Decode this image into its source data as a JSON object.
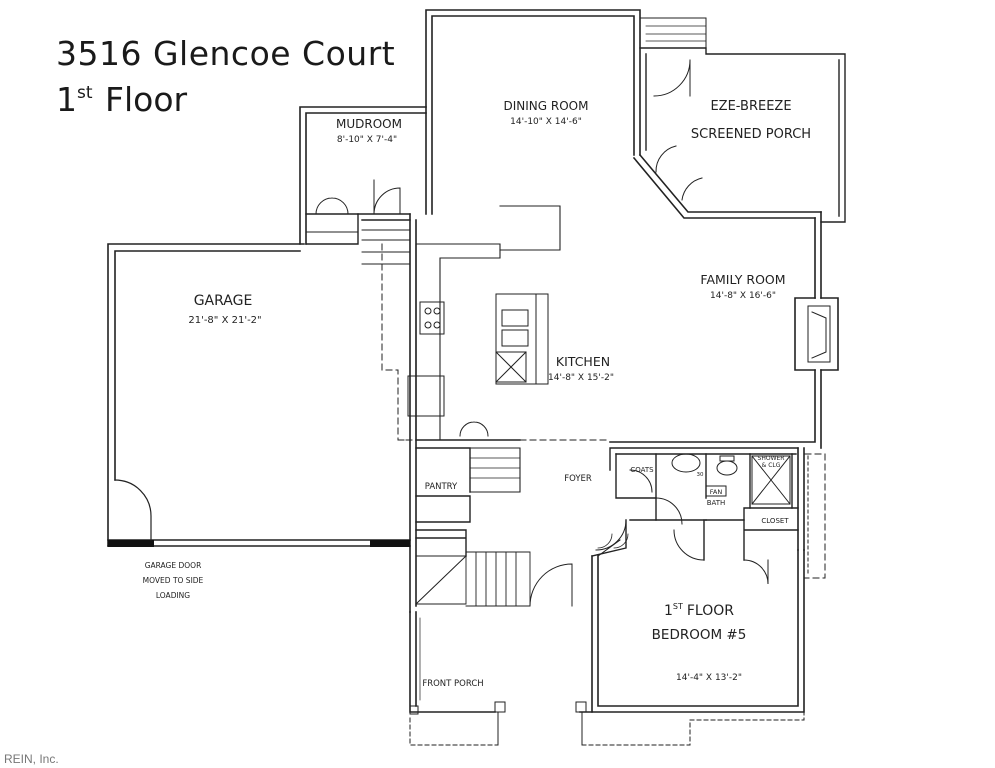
{
  "title": {
    "line1": "3516 Glencoe Court",
    "line2_num": "1",
    "line2_sup": "st",
    "line2_rest": "Floor"
  },
  "rooms": {
    "mudroom": {
      "name": "MUDROOM",
      "dims": "8'-10\" X 7'-4\""
    },
    "dining": {
      "name": "DINING ROOM",
      "dims": "14'-10\" X 14'-6\""
    },
    "porch_screen": {
      "line1": "EZE-BREEZE",
      "line2": "SCREENED PORCH"
    },
    "family": {
      "name": "FAMILY ROOM",
      "dims": "14'-8\" X 16'-6\""
    },
    "garage": {
      "name": "GARAGE",
      "dims": "21'-8\" X 21'-2\""
    },
    "kitchen": {
      "name": "KITCHEN",
      "dims": "14'-8\" X 15'-2\""
    },
    "pantry": {
      "name": "PANTRY"
    },
    "foyer": {
      "name": "FOYER"
    },
    "coats": {
      "name": "COATS"
    },
    "bath": {
      "name": "BATH",
      "fan": "FAN"
    },
    "shower": {
      "line1": "SHOWER",
      "line2": "& CLG"
    },
    "closet": {
      "name": "CLOSET"
    },
    "bedroom": {
      "line1_num": "1",
      "line1_sup": "ST",
      "line1_rest": "FLOOR",
      "line2": "BEDROOM #5",
      "dims": "14'-4\" X 13'-2\""
    },
    "front_porch": {
      "name": "FRONT PORCH"
    }
  },
  "notes": {
    "garage_door_1": "GARAGE DOOR",
    "garage_door_2": "MOVED TO SIDE",
    "garage_door_3": "LOADING",
    "stair_mark": "30"
  },
  "watermark": "REIN, Inc."
}
